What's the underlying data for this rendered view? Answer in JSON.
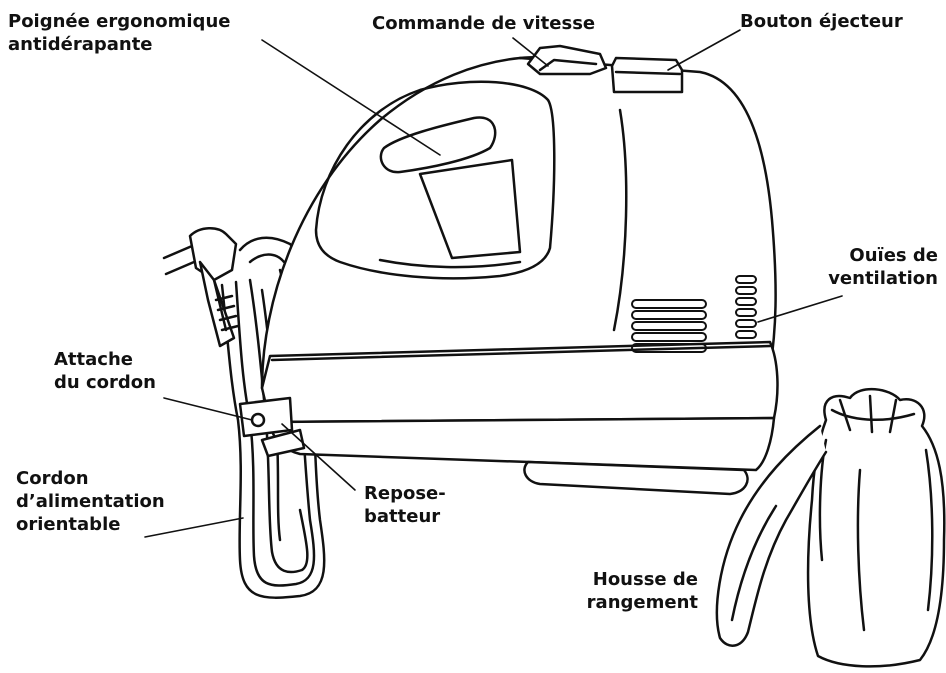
{
  "colors": {
    "ink": "#111111",
    "background": "#ffffff",
    "fill": "#ffffff"
  },
  "labels": {
    "handle": {
      "line1": "Poignée ergonomique",
      "line2": "antidérapante"
    },
    "speed_control": "Commande de vitesse",
    "ejector_button": "Bouton éjecteur",
    "vents": {
      "line1": "Ouïes de",
      "line2": "ventilation"
    },
    "cord_clip": {
      "line1": "Attache",
      "line2": "du cordon"
    },
    "power_cord": {
      "line1": "Cordon",
      "line2": "d’alimentation",
      "line3": "orientable"
    },
    "heel_rest": {
      "line1": "Repose-",
      "line2": "batteur"
    },
    "storage_bag": {
      "line1": "Housse de",
      "line2": "rangement"
    }
  }
}
